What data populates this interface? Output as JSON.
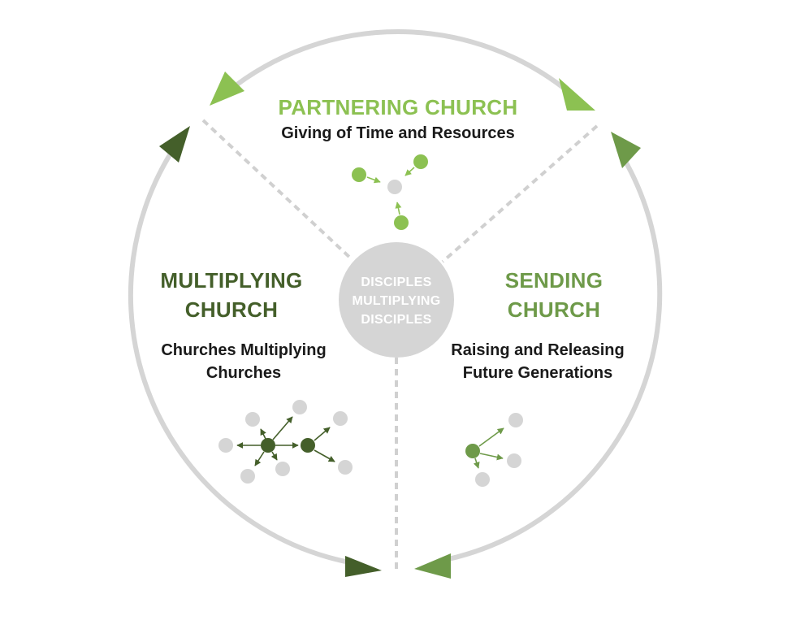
{
  "colors": {
    "light_green": "#8cc152",
    "mid_green": "#6e9a49",
    "dark_green": "#445f2a",
    "gray": "#d5d5d5",
    "dashes": "#d0d0d0",
    "text_dark": "#1a1a1a"
  },
  "center": {
    "line1": "DISCIPLES",
    "line2": "MULTIPLYING",
    "line3": "DISCIPLES"
  },
  "partnering": {
    "title": "PARTNERING CHURCH",
    "subtitle": "Giving of Time and Resources"
  },
  "multiplying": {
    "title_line1": "MULTIPLYING",
    "title_line2": "CHURCH",
    "subtitle_line1": "Churches Multiplying",
    "subtitle_line2": "Churches"
  },
  "sending": {
    "title_line1": "SENDING",
    "title_line2": "CHURCH",
    "subtitle_line1": "Raising and Releasing",
    "subtitle_line2": "Future Generations"
  },
  "icons": {
    "cycle_arrows": "triangle-arrowhead-icon",
    "partner_nodes": "converging-nodes-icon",
    "multiply_nodes": "branching-network-icon",
    "sending_nodes": "sending-nodes-icon"
  }
}
